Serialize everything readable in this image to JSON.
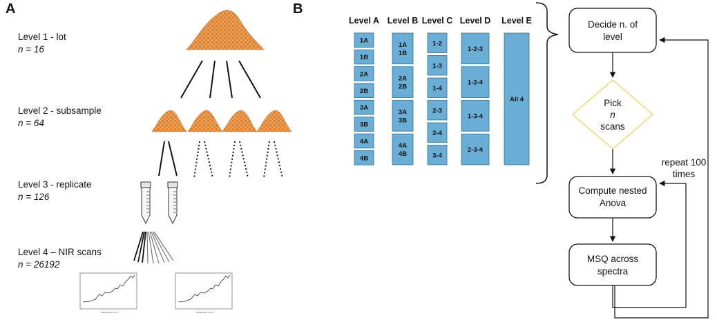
{
  "panel_a": {
    "label": "A",
    "levels": [
      {
        "title": "Level 1 - lot",
        "n": "n = 16"
      },
      {
        "title": "Level 2 - subsample",
        "n": "n = 64"
      },
      {
        "title": "Level 3 - replicate",
        "n": "n = 126"
      },
      {
        "title": "Level 4 – NIR scans",
        "n": "n = 26192"
      }
    ]
  },
  "panel_b": {
    "label": "B",
    "columns": [
      {
        "header": "Level A",
        "cells": [
          [
            "1A"
          ],
          [
            "1B"
          ],
          [
            "2A"
          ],
          [
            "2B"
          ],
          [
            "3A"
          ],
          [
            "3B"
          ],
          [
            "4A"
          ],
          [
            "4B"
          ]
        ]
      },
      {
        "header": "Level B",
        "cells": [
          [
            "1A",
            "1B"
          ],
          [
            "2A",
            "2B"
          ],
          [
            "3A",
            "3B"
          ],
          [
            "4A",
            "4B"
          ]
        ]
      },
      {
        "header": "Level C",
        "cells": [
          [
            "1-2"
          ],
          [
            "1-3"
          ],
          [
            "1-4"
          ],
          [
            "2-3"
          ],
          [
            "2-4"
          ],
          [
            "3-4"
          ]
        ]
      },
      {
        "header": "Level D",
        "cells": [
          [
            "1-2-3"
          ],
          [
            "1-2-4"
          ],
          [
            "1-3-4"
          ],
          [
            "2-3-4"
          ]
        ]
      },
      {
        "header": "Level E",
        "cells": [
          [
            "All 4"
          ]
        ]
      }
    ],
    "colors": {
      "cell_fill": "#6aaed6",
      "cell_stroke": "#2f6f96",
      "decision_stroke": "#f2d36b"
    },
    "flow": {
      "step1": [
        "Decide n. of",
        "level"
      ],
      "decision": [
        "Pick",
        "n",
        "scans"
      ],
      "step2": [
        "Compute nested",
        "Anova"
      ],
      "step3": [
        "MSQ across",
        "spectra"
      ],
      "loop_label": [
        "repeat 100",
        "times"
      ]
    }
  }
}
